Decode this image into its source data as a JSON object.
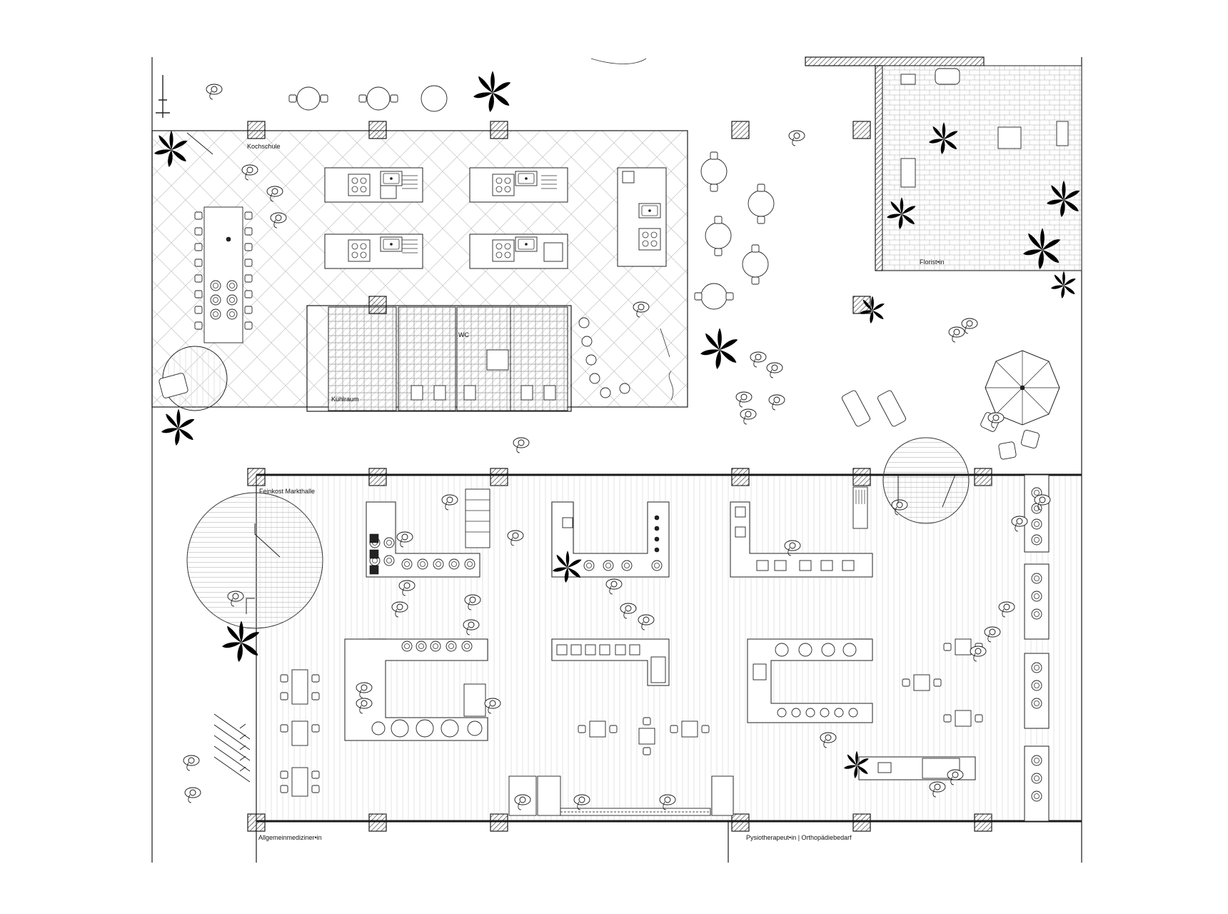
{
  "rooms": {
    "kochschule": "Kochschule",
    "kuehlraum": "Kühlraum",
    "wc": "WC",
    "florist": "Florist•in",
    "feinkost": "Feinkost Markthalle",
    "allgemeinmediziner": "Allgemeinmediziner•in",
    "physiotherapeut": "Pysiotherapeut•in | Orthopädiebedarf"
  },
  "colors": {
    "line": "#1a1a1a",
    "background": "#ffffff",
    "hatch": "#444444"
  }
}
